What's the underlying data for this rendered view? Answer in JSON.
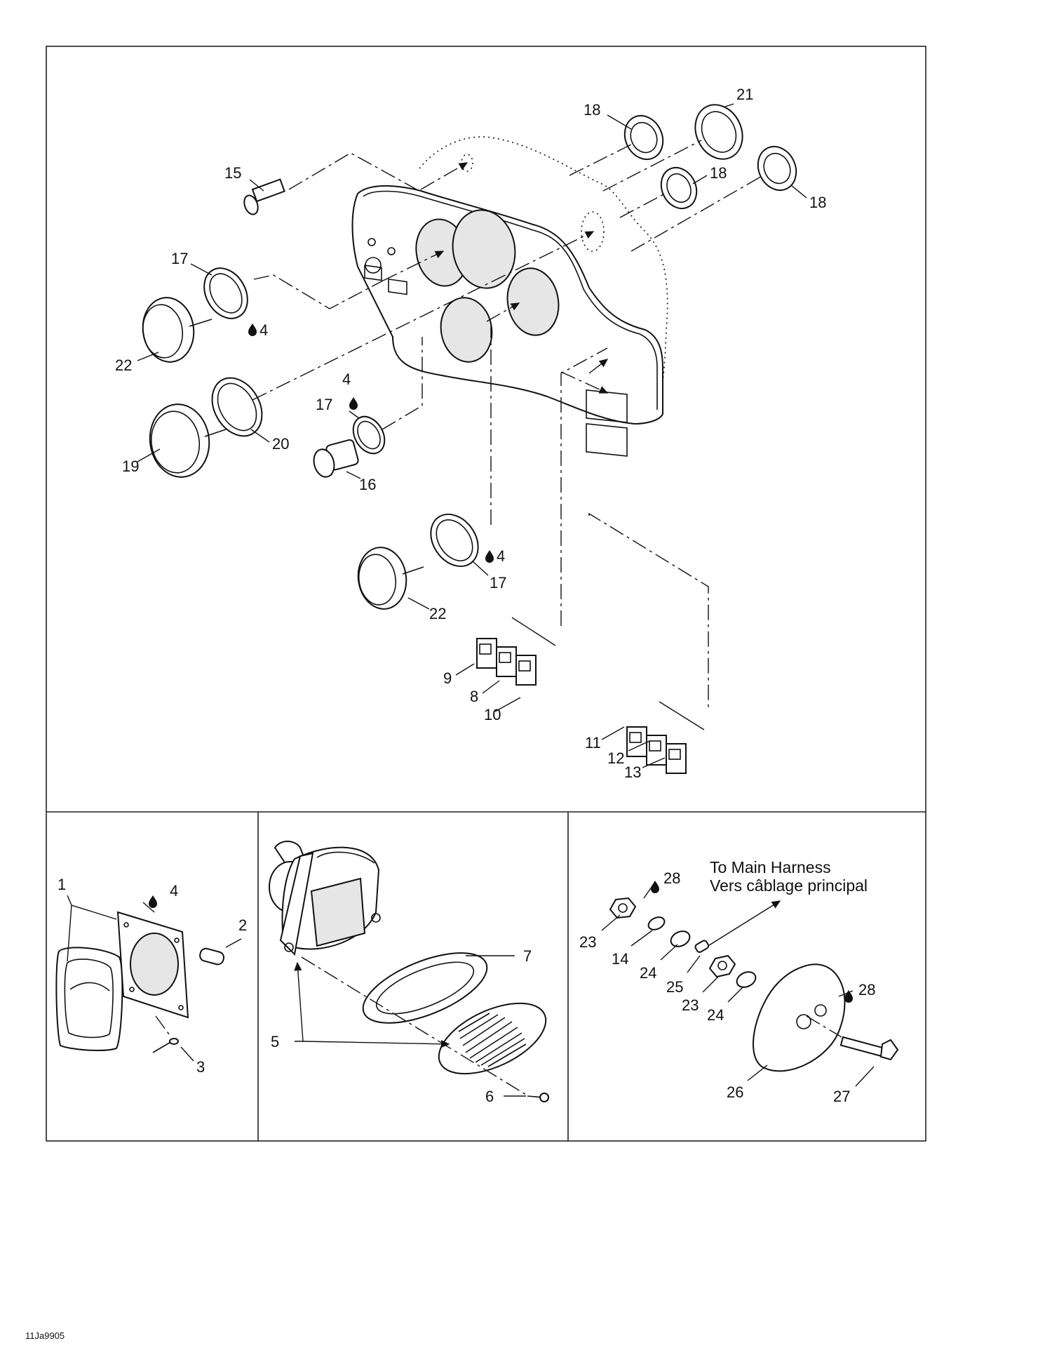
{
  "figure_id": "11Ja9905",
  "harness_note": {
    "line1": "To Main Harness",
    "line2": "Vers câblage principal"
  },
  "callouts": {
    "c15": "15",
    "c18a": "18",
    "c21": "21",
    "c18b": "18",
    "c18c": "18",
    "c17a": "17",
    "c4a": "4",
    "c22a": "22",
    "c19": "19",
    "c20": "20",
    "c4b": "4",
    "c17b": "17",
    "c16": "16",
    "c4c": "4",
    "c17c": "17",
    "c22b": "22",
    "c9": "9",
    "c8": "8",
    "c10": "10",
    "c11": "11",
    "c12": "12",
    "c13": "13",
    "c1": "1",
    "c4d": "4",
    "c2": "2",
    "c3": "3",
    "c7": "7",
    "c5": "5",
    "c6": "6",
    "c28a": "28",
    "c23a": "23",
    "c14": "14",
    "c24a": "24",
    "c25": "25",
    "c23b": "23",
    "c24b": "24",
    "c28b": "28",
    "c26": "26",
    "c27": "27"
  },
  "icons": [
    "oil-drop-icon",
    "arrow-icon"
  ]
}
